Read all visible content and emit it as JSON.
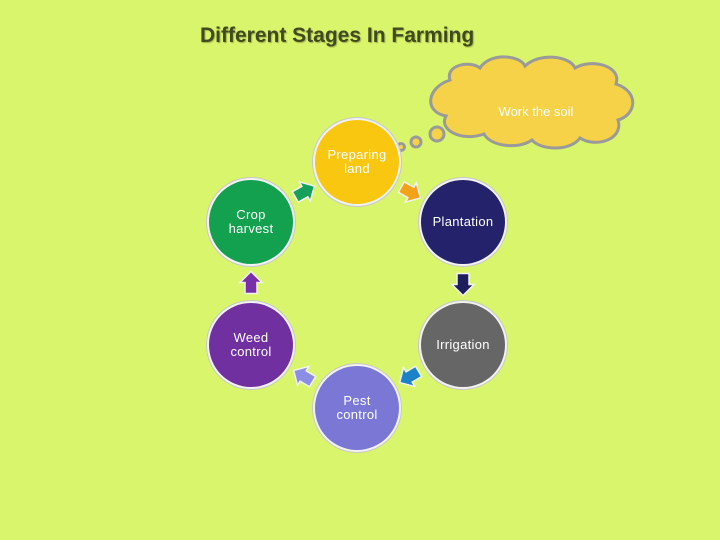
{
  "title": "Different Stages In Farming",
  "callout": {
    "text": "Work the soil",
    "fill": "#f5d247",
    "outline": "#9a9a9a"
  },
  "stages": [
    {
      "id": "preparing-land",
      "label": "Preparing\nland",
      "color": "#f9c710",
      "text_color": "#ffffff"
    },
    {
      "id": "plantation",
      "label": "Plantation",
      "color": "#23226b",
      "text_color": "#ffffff"
    },
    {
      "id": "irrigation",
      "label": "Irrigation",
      "color": "#666666",
      "text_color": "#ffffff"
    },
    {
      "id": "pest-control",
      "label": "Pest\ncontrol",
      "color": "#7a78d4",
      "text_color": "#ffffff"
    },
    {
      "id": "weed-control",
      "label": "Weed\ncontrol",
      "color": "#7030a0",
      "text_color": "#ffffff"
    },
    {
      "id": "crop-harvest",
      "label": "Crop\nharvest",
      "color": "#13a150",
      "text_color": "#ffffff"
    }
  ],
  "arrows": [
    {
      "from": "preparing-land",
      "to": "plantation",
      "color": "#f4a21a"
    },
    {
      "from": "plantation",
      "to": "irrigation",
      "color": "#1f1e5c"
    },
    {
      "from": "irrigation",
      "to": "pest-control",
      "color": "#1c82c7"
    },
    {
      "from": "pest-control",
      "to": "weed-control",
      "color": "#8c8ee6"
    },
    {
      "from": "weed-control",
      "to": "crop-harvest",
      "color": "#7a2fa8"
    },
    {
      "from": "crop-harvest",
      "to": "preparing-land",
      "color": "#16a05a"
    }
  ],
  "background": "#d9f56b"
}
